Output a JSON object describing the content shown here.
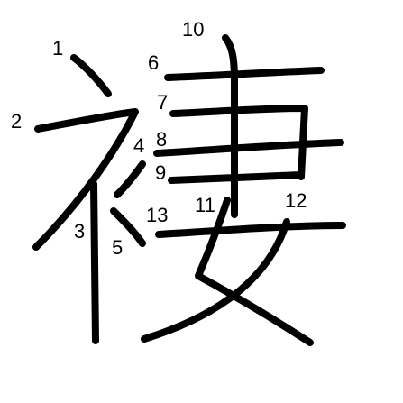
{
  "character": "褄",
  "stroke_color": "#000000",
  "background_color": "#ffffff",
  "stroke_numbers": [
    "1",
    "2",
    "3",
    "4",
    "5",
    "6",
    "7",
    "8",
    "9",
    "10",
    "11",
    "12",
    "13"
  ]
}
